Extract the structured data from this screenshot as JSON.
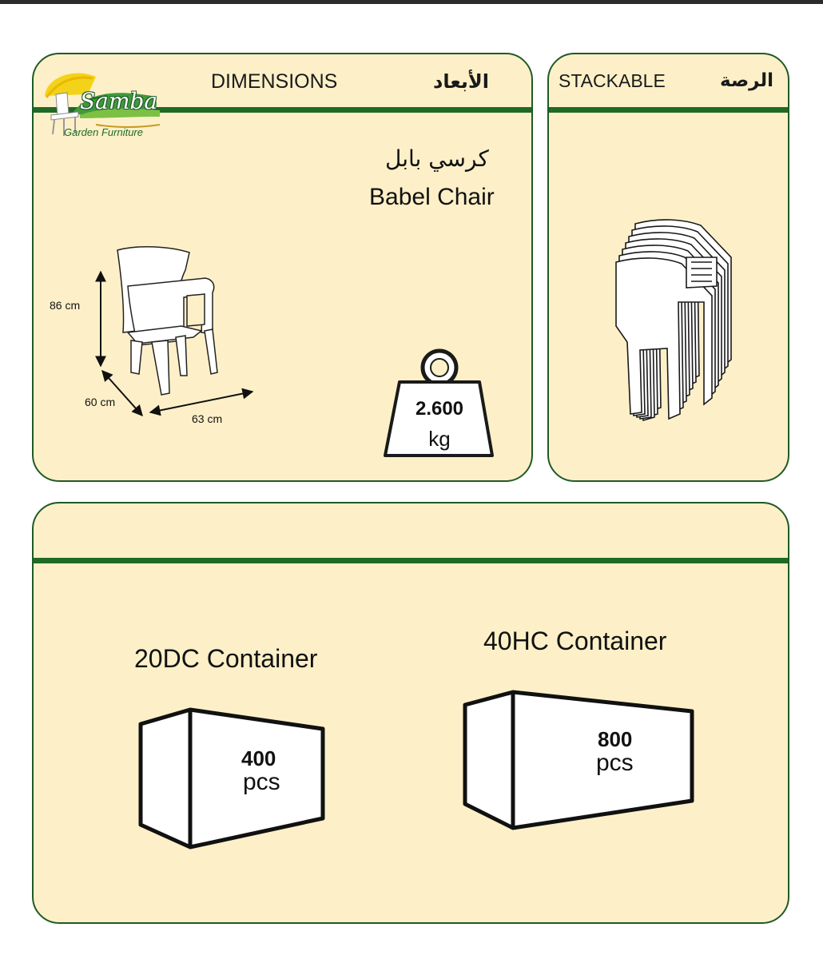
{
  "logo": {
    "brand": "Samba",
    "tagline": "Garden Furniture"
  },
  "dimensions_panel": {
    "title_en": "DIMENSIONS",
    "title_ar": "الأبعاد",
    "product_name_ar": "كرسي بابل",
    "product_name_en": "Babel Chair",
    "height": "86 cm",
    "depth": "60 cm",
    "width": "63 cm",
    "weight_value": "2.600",
    "weight_unit": "kg"
  },
  "stackable_panel": {
    "title_en": "STACKABLE",
    "title_ar": "الرصة"
  },
  "container_panel": {
    "container_20": {
      "label": "20DC Container",
      "quantity": "400",
      "unit": "pcs"
    },
    "container_40": {
      "label": "40HC Container",
      "quantity": "800",
      "unit": "pcs"
    }
  },
  "colors": {
    "panel_fill": "#fdf0c8",
    "accent_green": "#1f6a25",
    "border_green": "#1f5a26"
  }
}
